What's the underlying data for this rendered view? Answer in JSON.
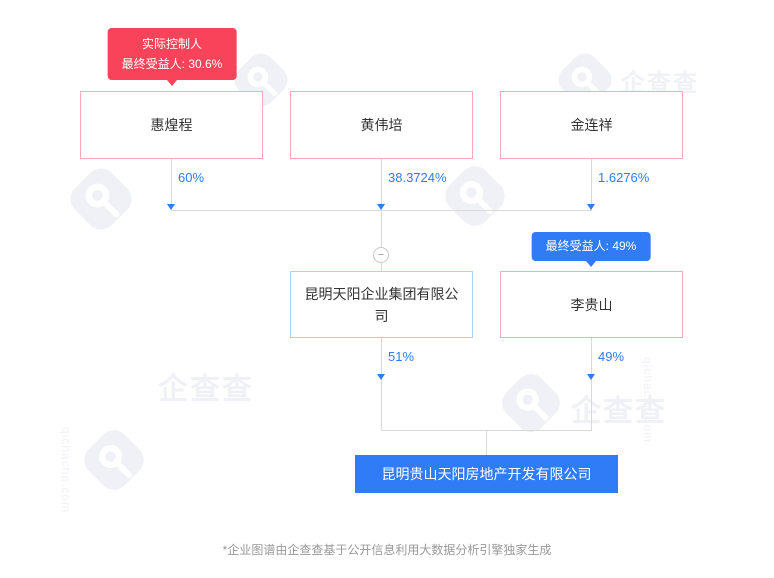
{
  "badges": {
    "controller_line1": "实际控制人",
    "controller_line2": "最终受益人: 30.6%",
    "beneficiary": "最终受益人: 49%"
  },
  "shareholders": [
    {
      "name": "惠煌程",
      "percent": "60%"
    },
    {
      "name": "黄伟培",
      "percent": "38.3724%"
    },
    {
      "name": "金连祥",
      "percent": "1.6276%"
    }
  ],
  "mid_company": {
    "name": "昆明天阳企业集团有限公司",
    "percent": "51%"
  },
  "beneficiary_person": {
    "name": "李贵山",
    "percent": "49%"
  },
  "target_company": {
    "name": "昆明贵山天阳房地产开发有限公司"
  },
  "controls": {
    "collapse": "−"
  },
  "watermark": {
    "brand": "企查查",
    "domain": "qichacha.com"
  },
  "footer": "*企业图谱由企查查基于公开信息利用大数据分析引擎独家生成",
  "colors": {
    "accent_red": "#f9435a",
    "accent_blue": "#2f7cf6",
    "pink_border": "#f6abb9",
    "light_blue_border": "#a6d4f2",
    "line_gray": "#d9d9d9"
  }
}
